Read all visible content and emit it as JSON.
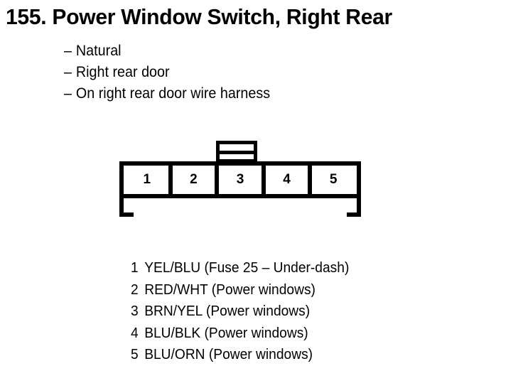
{
  "title": "155.  Power Window Switch, Right Rear",
  "attributes": [
    {
      "dash": "–",
      "text": "Natural"
    },
    {
      "dash": "–",
      "text": "Right rear door"
    },
    {
      "dash": "–",
      "text": "On right rear door wire harness"
    }
  ],
  "connector": {
    "pins": [
      "1",
      "2",
      "3",
      "4",
      "5"
    ]
  },
  "pin_legend": [
    {
      "number": "1",
      "text": "YEL/BLU (Fuse 25 – Under-dash)"
    },
    {
      "number": "2",
      "text": "RED/WHT (Power windows)"
    },
    {
      "number": "3",
      "text": "BRN/YEL (Power windows)"
    },
    {
      "number": "4",
      "text": "BLU/BLK (Power windows)"
    },
    {
      "number": "5",
      "text": "BLU/ORN (Power windows)"
    }
  ],
  "colors": {
    "ink": "#000000",
    "background": "#ffffff"
  }
}
